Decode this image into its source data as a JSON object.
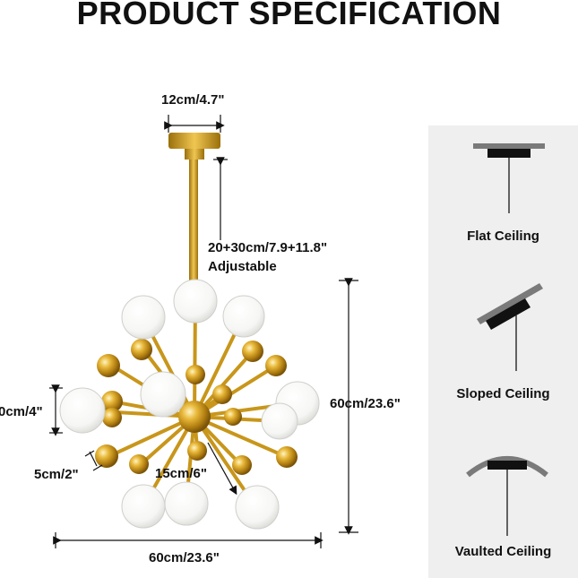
{
  "title": "PRODUCT SPECIFICATION",
  "dimensions": {
    "canopy_width": "12cm/4.7\"",
    "rod_length": "20+30cm/7.9+11.8\"",
    "rod_note": "Adjustable",
    "height": "60cm/23.6\"",
    "width": "60cm/23.6\"",
    "globe_diameter": "0cm/4\"",
    "small_ball": "5cm/2\"",
    "arm_length": "15cm/6\""
  },
  "ceiling_types": [
    {
      "label": "Flat Ceiling",
      "icon": "flat-ceiling-icon"
    },
    {
      "label": "Sloped Ceiling",
      "icon": "sloped-ceiling-icon"
    },
    {
      "label": "Vaulted Ceiling",
      "icon": "vaulted-ceiling-icon"
    }
  ],
  "colors": {
    "gold": "#d4a21a",
    "gold_dark": "#9a6f0b",
    "globe": "#ffffff",
    "panel": "#efefef",
    "mount": "#1a1a1a"
  }
}
